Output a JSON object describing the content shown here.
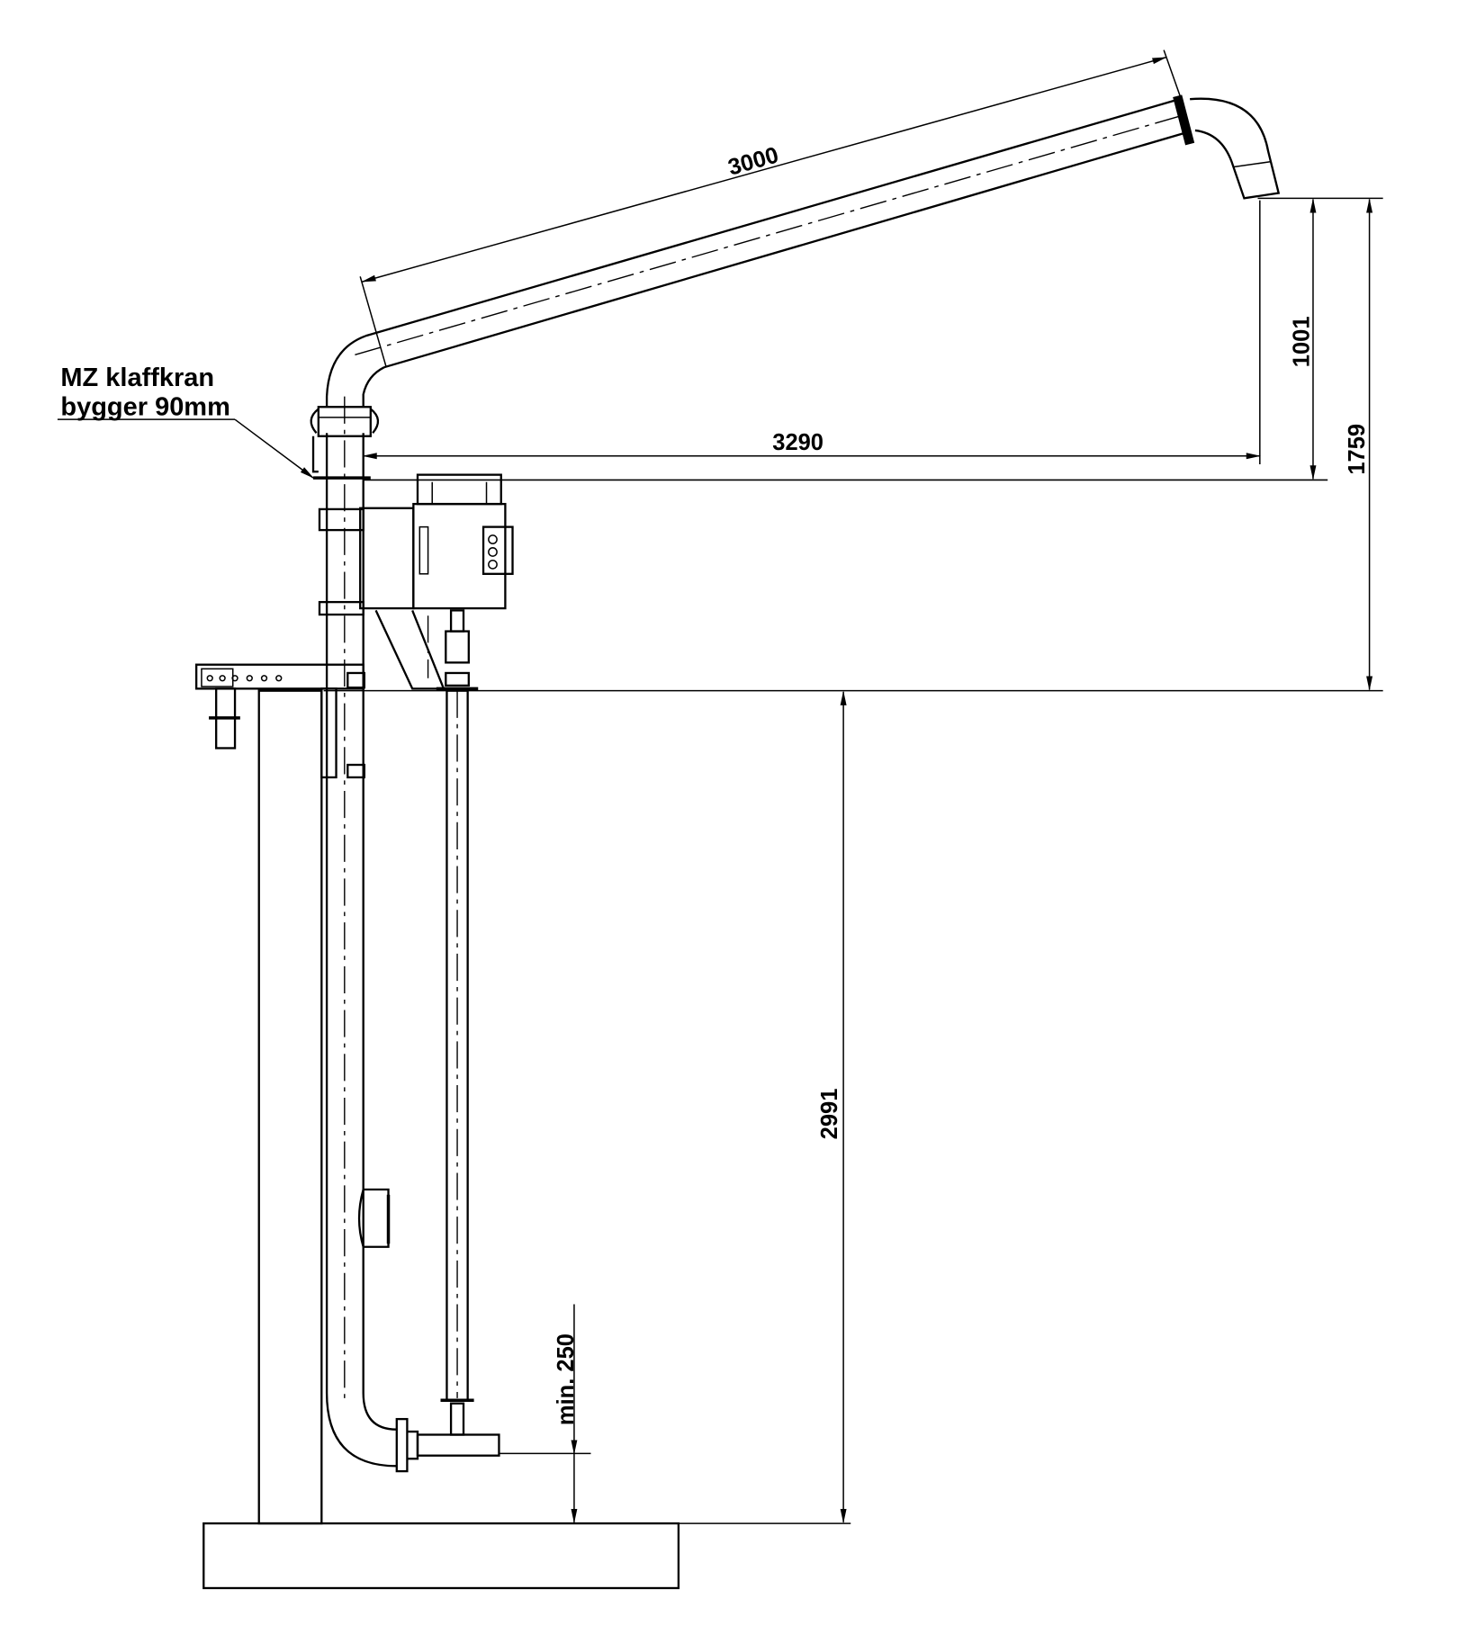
{
  "drawing": {
    "note": {
      "line1": "MZ klaffkran",
      "line2": "bygger 90mm"
    },
    "dimensions": {
      "boom_length": "3000",
      "horizontal_reach": "3290",
      "outlet_height_above_clamp": "1001",
      "outlet_height_above_floor_level": "1759",
      "pipe_depth": "2991",
      "min_clearance": "min. 250"
    },
    "colors": {
      "line": "#000000",
      "background": "#ffffff"
    }
  }
}
